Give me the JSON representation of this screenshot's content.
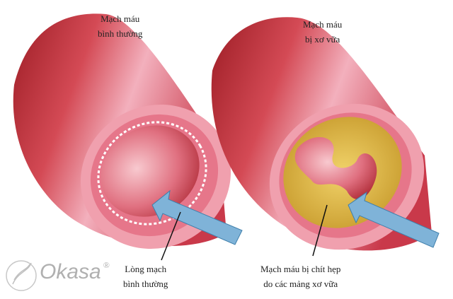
{
  "labels": {
    "normal_vessel": [
      "Mạch máu",
      "bình thường"
    ],
    "atherosclerotic_vessel": [
      "Mạch máu",
      "bị xơ vữa"
    ],
    "normal_lumen": [
      "Lòng mạch",
      "bình thường"
    ],
    "narrowed_vessel": [
      "Mạch máu bị chít hẹp",
      "do các mảng xơ vữa"
    ]
  },
  "logo": {
    "text": "Okasa",
    "registered": "®"
  },
  "colors": {
    "vessel_outer": "#c0303a",
    "vessel_highlight": "#f2a6b4",
    "inner_wall": "#f4b6c0",
    "plaque": "#d9b340",
    "arrow": "#7fb3d8"
  }
}
